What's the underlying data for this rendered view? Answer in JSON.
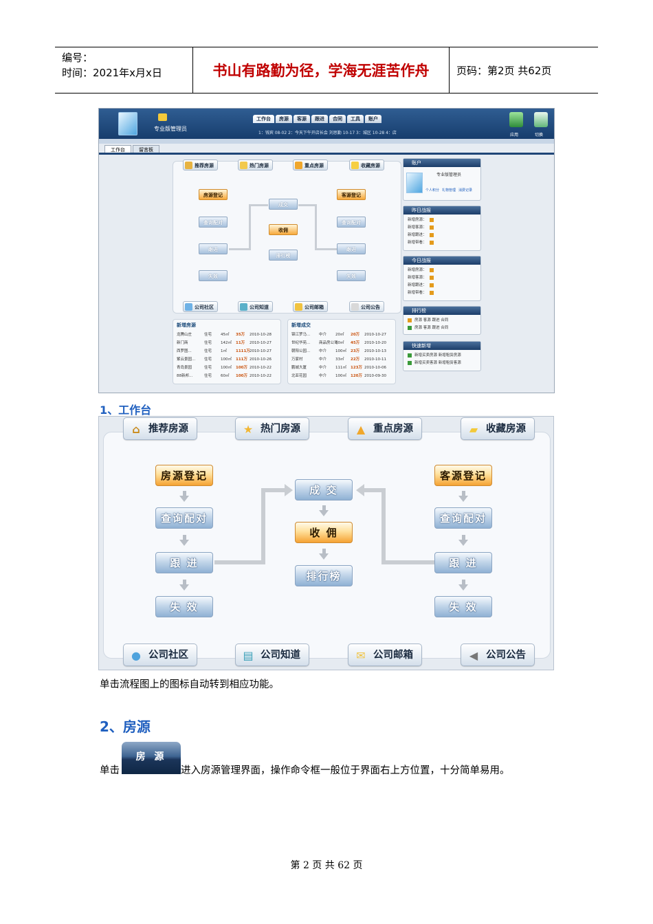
{
  "header": {
    "number_label": "编号：",
    "time_label": "时间：2021年x月x日",
    "motto": "书山有路勤为径，学海无涯苦作舟",
    "page_label": "页码：第2页  共62页"
  },
  "app": {
    "user": "专业版管理员",
    "tabs": [
      "工作台",
      "房源",
      "客源",
      "跟进",
      "合同",
      "工具",
      "账户"
    ],
    "news": "1：钱宾  08-02   2：今天下午开店长会 刘思勤  10-17   3：城区   10-28   4：店",
    "btn_app": "应用",
    "btn_switch": "切换",
    "subtabs": [
      "工作台",
      "留言板"
    ],
    "top_chips": [
      "推荐房源",
      "热门房源",
      "重点房源",
      "收藏房源"
    ],
    "left_flow": [
      "房源登记",
      "查询配对",
      "跟进",
      "失效"
    ],
    "mid_flow": [
      "成交",
      "收佣",
      "排行榜"
    ],
    "right_flow": [
      "客源登记",
      "查询配对",
      "跟进",
      "失效"
    ],
    "bottom_chips": [
      "公司社区",
      "公司知道",
      "公司邮箱",
      "公司公告"
    ],
    "new_listings": {
      "title": "新增房源",
      "rows": [
        [
          "龙腾山庄",
          "住宅",
          "45㎡",
          "35万",
          "2010-10-28"
        ],
        [
          "新门商",
          "住宅",
          "142㎡",
          "11万",
          "2010-10-27"
        ],
        [
          "西罗图...",
          "住宅",
          "1㎡",
          "1111万",
          "2010-10-27"
        ],
        [
          "紫云景园...",
          "住宅",
          "100㎡",
          "111万",
          "2010-10-26"
        ],
        [
          "青岛景园",
          "住宅",
          "100㎡",
          "100万",
          "2010-10-22"
        ],
        [
          "88新邦...",
          "住宅",
          "60㎡",
          "100万",
          "2010-10-22"
        ]
      ]
    },
    "new_deals": {
      "title": "新增成交",
      "rows": [
        [
          "锦江罗马...",
          "中介",
          "20㎡",
          "20万",
          "2010-10-27"
        ],
        [
          "世纪华苑...",
          "商品房公司",
          "60㎡",
          "45万",
          "2010-10-20"
        ],
        [
          "朝阳公园...",
          "中介",
          "100㎡",
          "23万",
          "2010-10-13"
        ],
        [
          "万家村",
          "中介",
          "33㎡",
          "22万",
          "2010-10-11"
        ],
        [
          "鹏城大厦",
          "中介",
          "111㎡",
          "123万",
          "2010-10-06"
        ],
        [
          "北亚花园",
          "中介",
          "100㎡",
          "120万",
          "2010-09-30"
        ]
      ]
    },
    "account": {
      "title": "账户",
      "name": "专业版管理员",
      "links": [
        "个人积分",
        "礼物管理",
        "消费记录"
      ]
    },
    "yesterday": {
      "title": "昨日战报",
      "rows": [
        "新增房源：",
        "新增客源：",
        "新增跟进：",
        "新增带看："
      ]
    },
    "today": {
      "title": "今日战报",
      "rows": [
        "新增房源：",
        "新增客源：",
        "新增跟进：",
        "新增带看："
      ]
    },
    "ranking": {
      "title": "排行榜",
      "rows": [
        "房源  客源  跟进  合同",
        "房源  客源  跟进  合同"
      ]
    },
    "quick": {
      "title": "快速新增",
      "rows": [
        "新增买卖房源   新增租赁房源",
        "新增买卖客源   新增租赁客源"
      ]
    }
  },
  "section1_title": "1、工作台",
  "flow": {
    "top_chips": [
      "推荐房源",
      "热门房源",
      "重点房源",
      "收藏房源"
    ],
    "left": [
      "房源登记",
      "查询配对",
      "跟 进",
      "失 效"
    ],
    "mid": [
      "成 交",
      "收 佣",
      "排行榜"
    ],
    "right": [
      "客源登记",
      "查询配对",
      "跟 进",
      "失 效"
    ],
    "bottom_chips": [
      "公司社区",
      "公司知道",
      "公司邮箱",
      "公司公告"
    ]
  },
  "flow_note": "单击流程图上的图标自动转到相应功能。",
  "section2_title": "2、房源",
  "house_button": "房 源",
  "click_prefix": "单击",
  "click_suffix": "进入房源管理界面，操作命令框一般位于界面右上方位置，十分简单易用。",
  "footer": "第 2 页 共 62 页"
}
